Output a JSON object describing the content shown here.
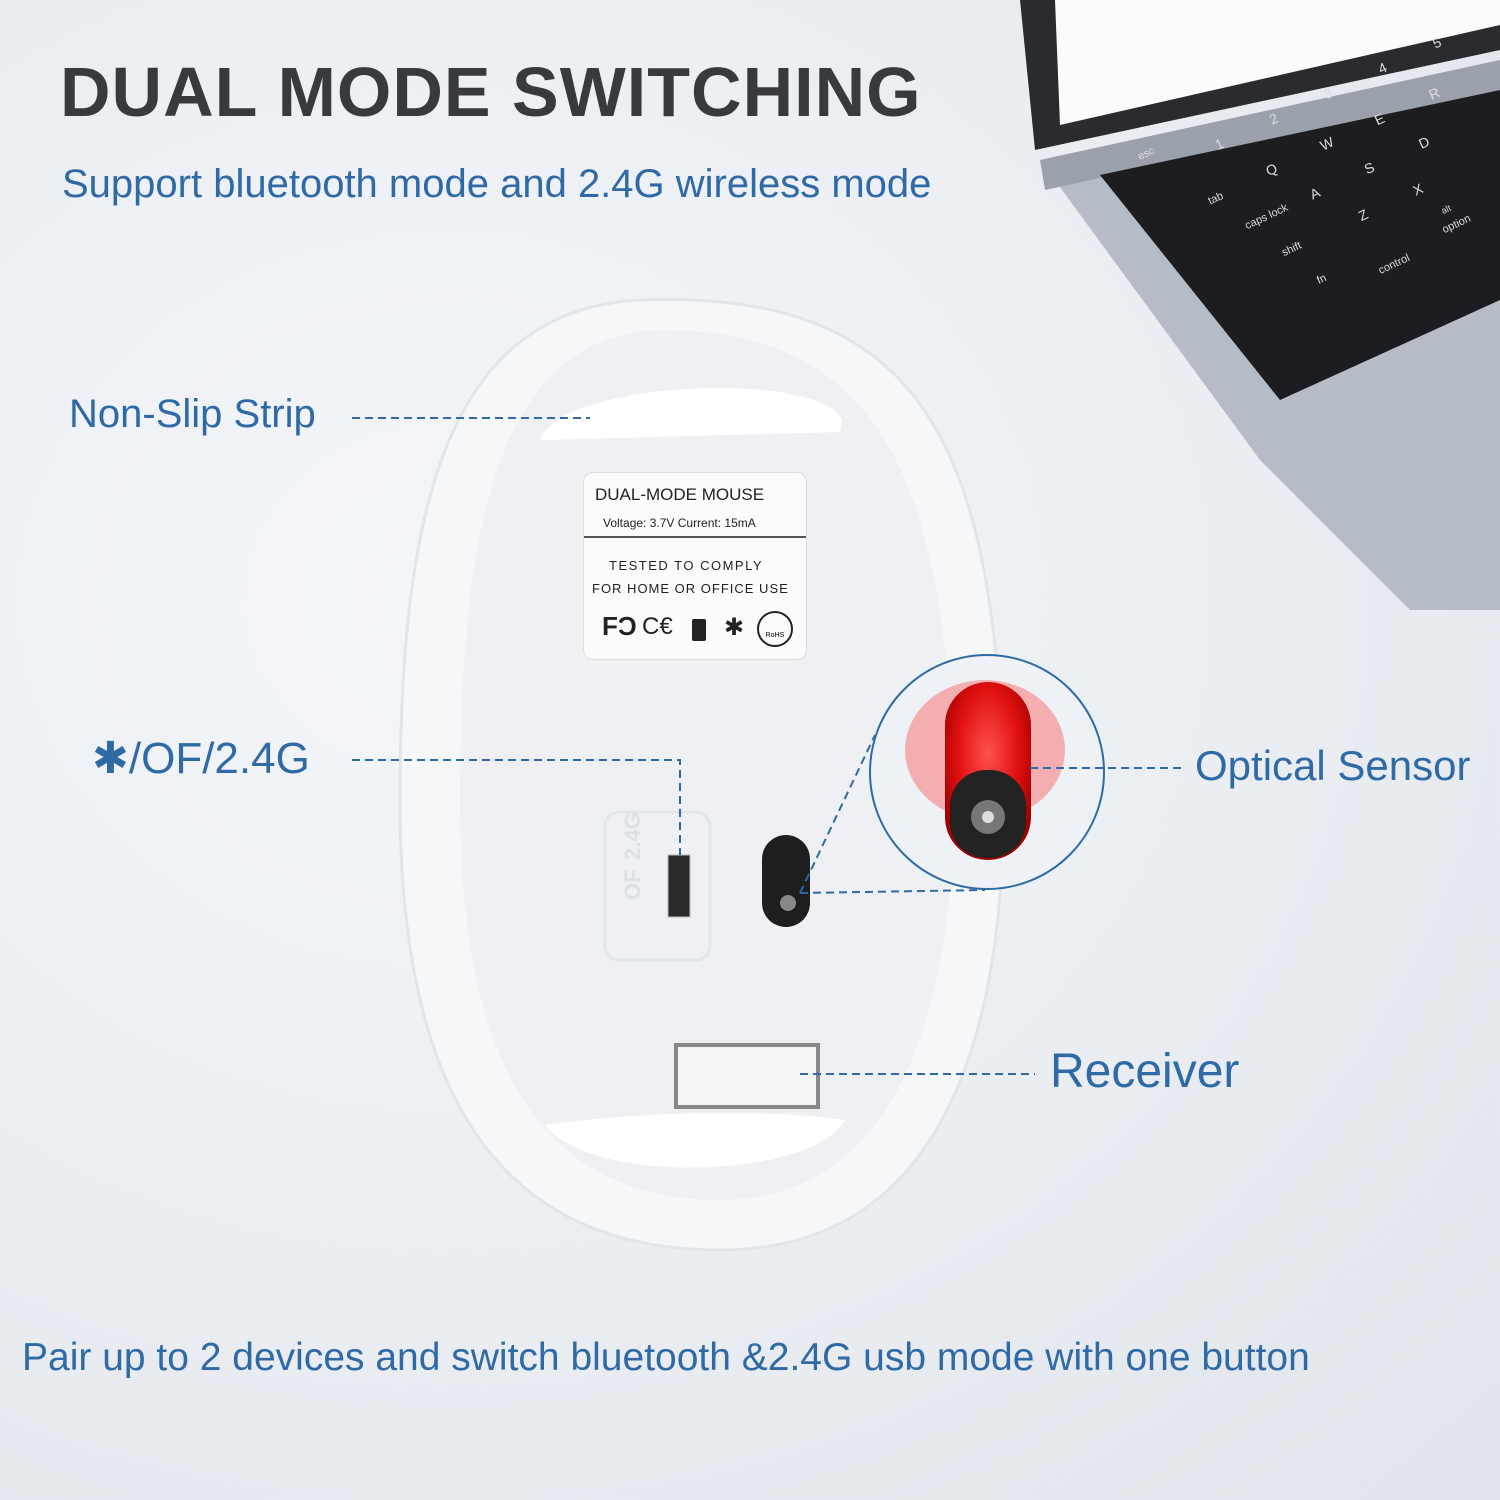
{
  "header": {
    "title": "DUAL MODE SWITCHING",
    "subtitle": "Support bluetooth mode and 2.4G wireless mode"
  },
  "callouts": {
    "non_slip": "Non-Slip Strip",
    "switch": "/OF/2.4G",
    "optical": "Optical Sensor",
    "receiver": "Receiver"
  },
  "label": {
    "title": "DUAL-MODE MOUSE",
    "specs": "Voltage: 3.7V  Current: 15mA",
    "line1": "TESTED TO COMPLY",
    "line2": "FOR HOME OR OFFICE USE",
    "icons": [
      "fcc-icon",
      "ce-icon",
      "usb-dongle-icon",
      "bluetooth-icon",
      "rohs-icon"
    ],
    "rohs": "RoHS"
  },
  "switch_markings": [
    "2.4G",
    "OF"
  ],
  "keyboard": {
    "keys": [
      "esc",
      "tab",
      "caps lock",
      "shift",
      "fn",
      "control",
      "option",
      "alt",
      "1",
      "2",
      "3",
      "4",
      "5",
      "Q",
      "W",
      "E",
      "R",
      "A",
      "S",
      "D",
      "Z",
      "X"
    ]
  },
  "footer": "Pair up to 2 devices and switch bluetooth &2.4G usb mode with one button",
  "colors": {
    "accent": "#2f6aa6",
    "title": "#383a3d",
    "sensor": "#e01010"
  }
}
